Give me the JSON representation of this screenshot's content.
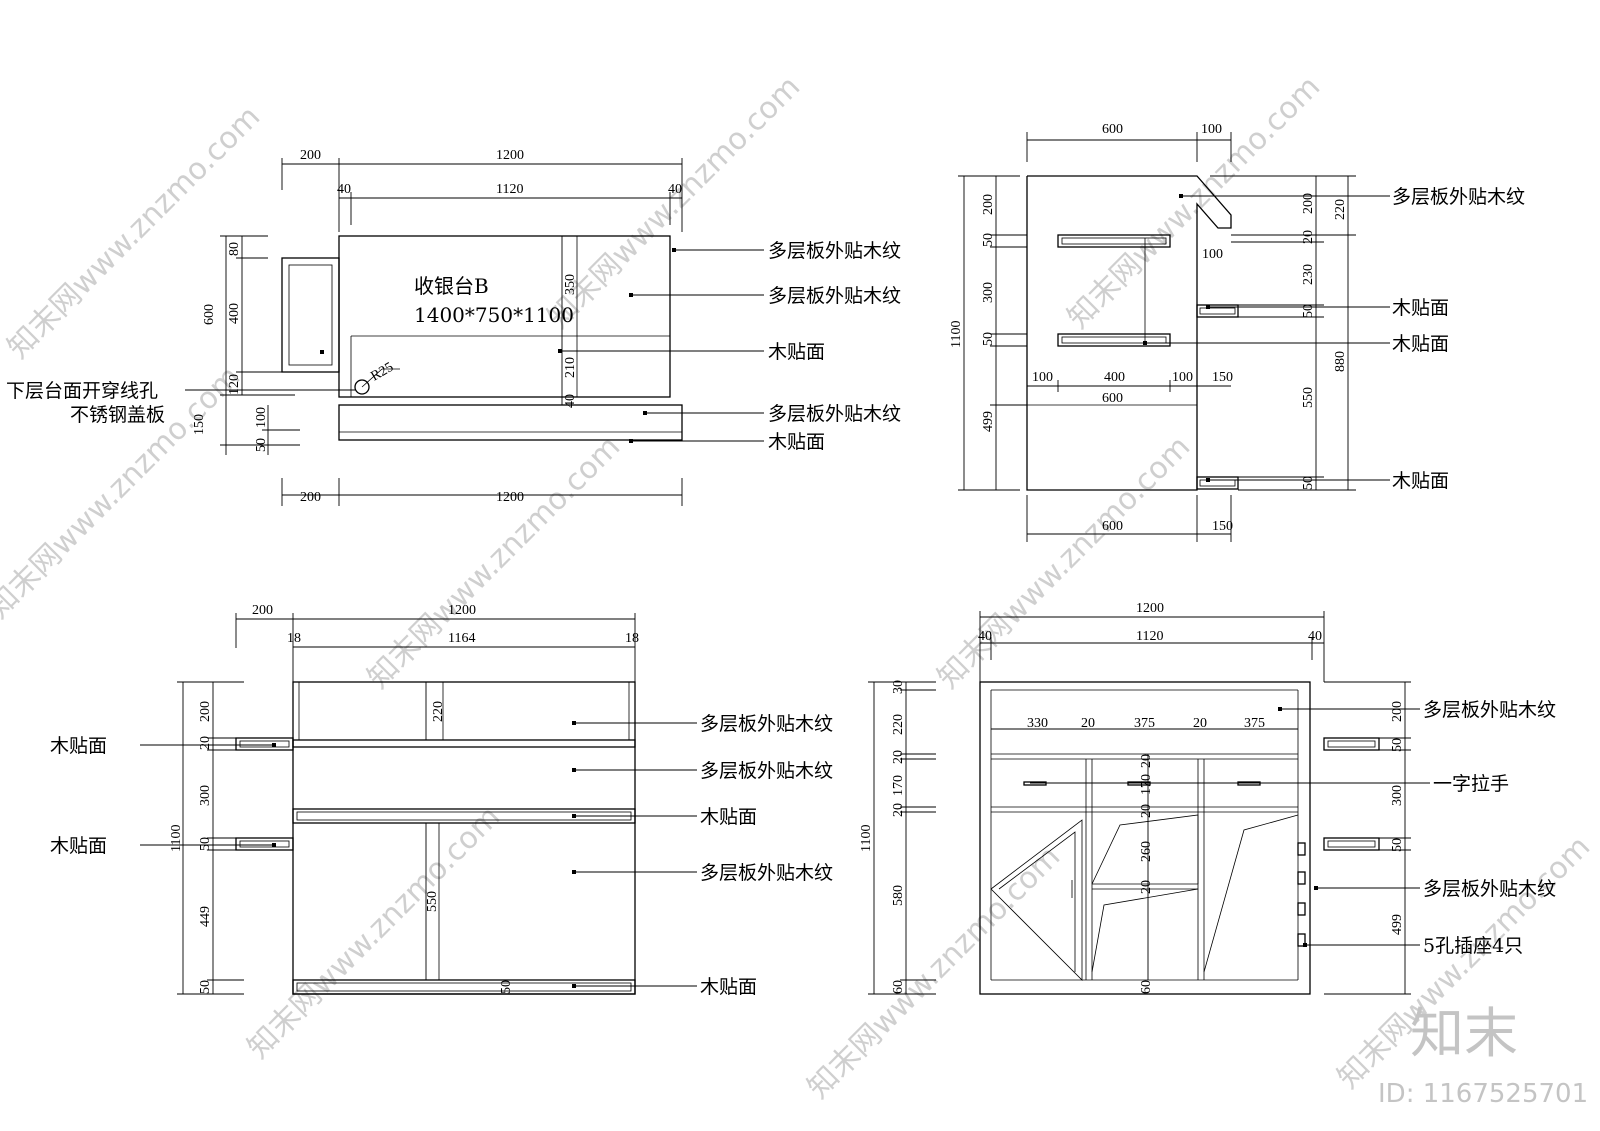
{
  "plan_view": {
    "title": "收银台B",
    "size": "1400*750*1100",
    "dims": {
      "top_200": "200",
      "top_1200": "1200",
      "top_40_left": "40",
      "top_1120": "1120",
      "top_40_right": "40",
      "left_600": "600",
      "left_80": "80",
      "left_400": "400",
      "left_120": "120",
      "left_150": "150",
      "left_100": "100",
      "left_50": "50",
      "inner_350": "350",
      "inner_210": "210",
      "inner_40": "40",
      "radius": "R25",
      "bottom_200": "200",
      "bottom_1200": "1200"
    },
    "labels": {
      "label_1": "多层板外贴木纹",
      "label_2": "多层板外贴木纹",
      "label_3": "木贴面",
      "label_4": "多层板外贴木纹",
      "label_5": "木贴面",
      "hole_line1": "下层台面开穿线孔",
      "hole_line2": "不锈钢盖板"
    }
  },
  "side_view": {
    "dims": {
      "top_600": "600",
      "top_100": "100",
      "left_1100": "1100",
      "left_200": "200",
      "left_50a": "50",
      "left_300": "300",
      "left_50b": "50",
      "left_499": "499",
      "mid_100a": "100",
      "mid_400": "400",
      "mid_100b": "100",
      "mid_150": "150",
      "mid_600": "600",
      "tray_100": "100",
      "right_200": "200",
      "right_20": "20",
      "right_230": "230",
      "right_50a": "50",
      "right_550": "550",
      "right_50b": "50",
      "outer_220": "220",
      "outer_880": "880",
      "bottom_600": "600",
      "bottom_150": "150"
    },
    "labels": {
      "label_1": "多层板外贴木纹",
      "label_2": "木贴面",
      "label_3": "木贴面",
      "label_4": "木贴面"
    }
  },
  "front_view": {
    "dims": {
      "top_200": "200",
      "top_1200": "1200",
      "top_18_left": "18",
      "top_1164": "1164",
      "top_18_right": "18",
      "left_1100": "1100",
      "left_200": "200",
      "left_20": "20",
      "left_300": "300",
      "left_50": "50",
      "left_449": "449",
      "left_50b": "50",
      "inner_220": "220",
      "inner_550": "550",
      "inner_50": "50"
    },
    "labels": {
      "left_1": "木贴面",
      "left_2": "木贴面",
      "label_1": "多层板外贴木纹",
      "label_2": "多层板外贴木纹",
      "label_3": "木贴面",
      "label_4": "多层板外贴木纹",
      "label_5": "木贴面"
    }
  },
  "back_view": {
    "dims": {
      "top_1200": "1200",
      "top_40_left": "40",
      "top_1120": "1120",
      "top_40_right": "40",
      "left_1100": "1100",
      "left_30": "30",
      "left_220": "220",
      "left_20a": "20",
      "left_170": "170",
      "left_20b": "20",
      "left_580": "580",
      "left_60": "60",
      "row_330": "330",
      "row_20a": "20",
      "row_375a": "375",
      "row_20b": "20",
      "row_375b": "375",
      "inner_20a": "20",
      "inner_170": "170",
      "inner_20b": "20",
      "inner_260": "260",
      "inner_20c": "20",
      "inner_60": "60",
      "right_200": "200",
      "right_50a": "50",
      "right_300": "300",
      "right_50b": "50",
      "right_499": "499"
    },
    "labels": {
      "label_1": "多层板外贴木纹",
      "label_2": "一字拉手",
      "label_3": "多层板外贴木纹",
      "label_4": "5孔插座4只"
    }
  },
  "watermark": {
    "text": "知末网www.znzmo.com",
    "logo": "知末",
    "id": "ID: 1167525701"
  }
}
